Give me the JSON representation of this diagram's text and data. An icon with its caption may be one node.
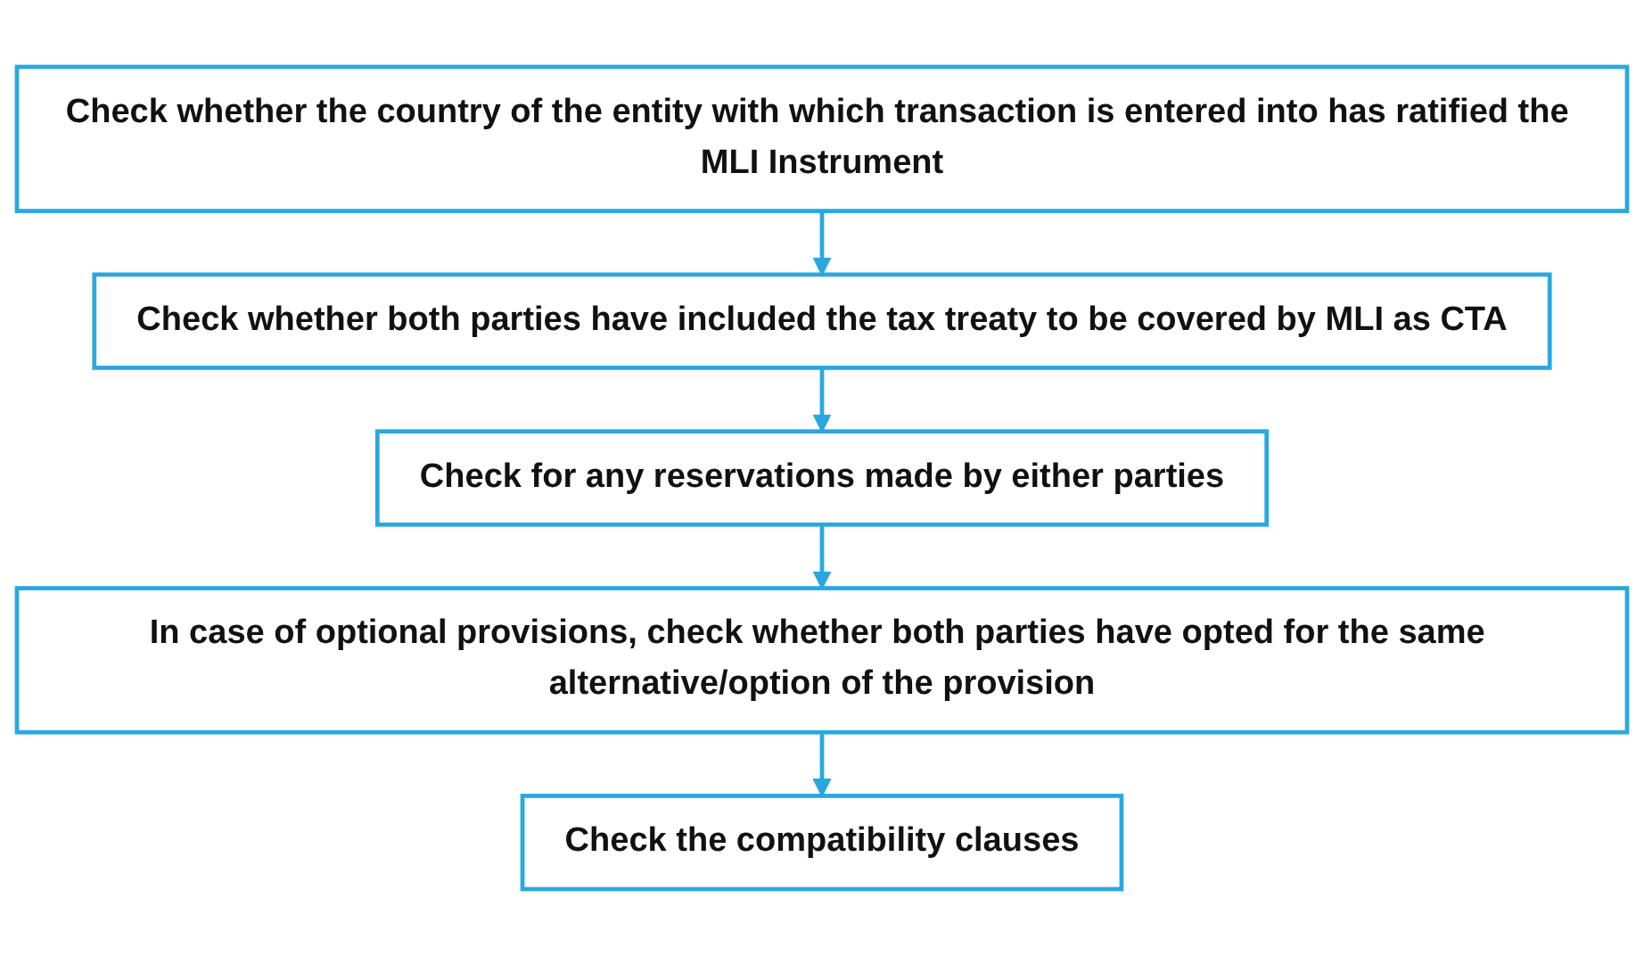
{
  "diagram": {
    "nodes": [
      {
        "text": [
          "Check whether the country of the entity with which transaction is entered into has ratified the MLI Instrument"
        ]
      },
      {
        "text": [
          "Check whether both parties have included the tax treaty to be covered by MLI as CTA"
        ]
      },
      {
        "text": [
          "Check for any reservations made by either parties"
        ]
      },
      {
        "text": [
          "In case of optional provisions, check whether both parties have opted for the same alternative/option of the provision"
        ]
      },
      {
        "text": [
          "Check the compatibility clauses"
        ]
      }
    ],
    "edges": [
      {
        "from": 0,
        "to": 1,
        "arrow": "to"
      },
      {
        "from": 1,
        "to": 2,
        "arrow": "to"
      },
      {
        "from": 2,
        "to": 3,
        "arrow": "to"
      },
      {
        "from": 3,
        "to": 4,
        "arrow": "to"
      }
    ]
  }
}
